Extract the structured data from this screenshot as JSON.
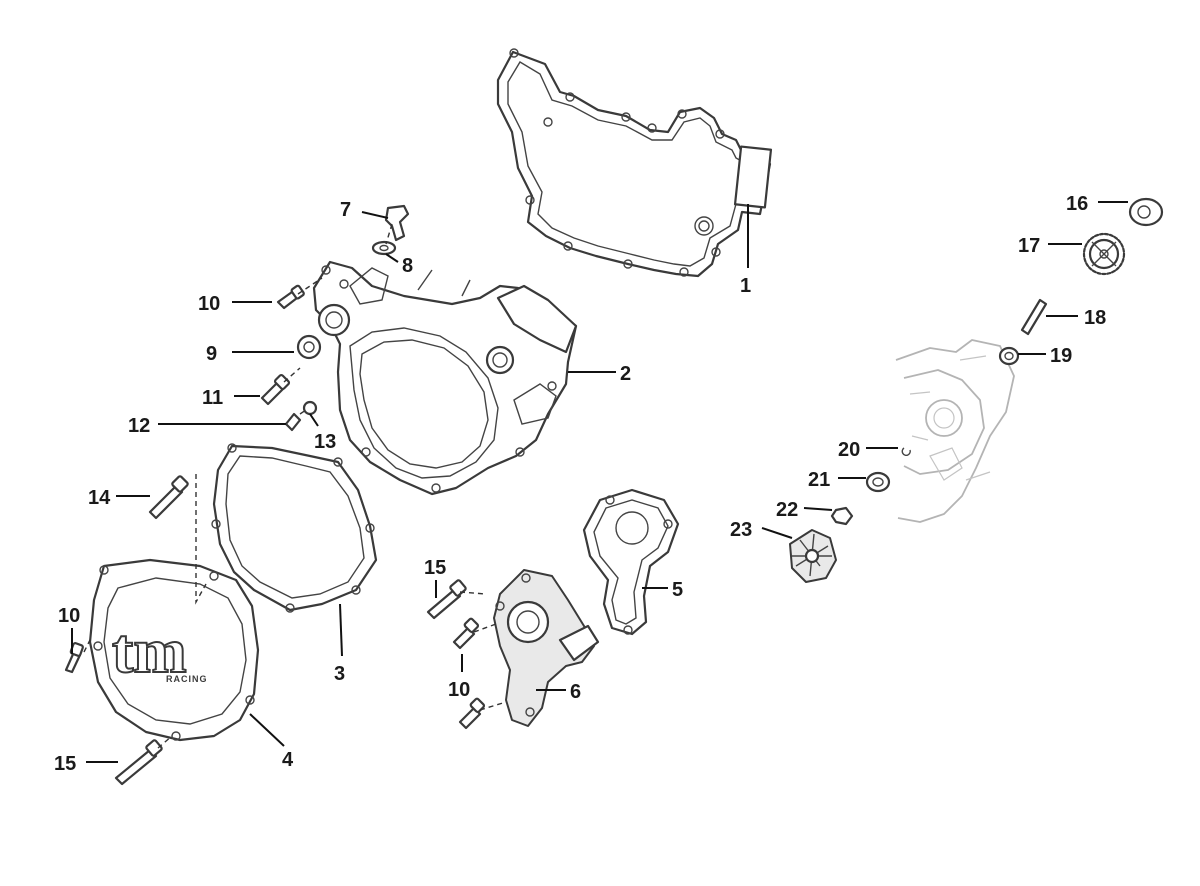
{
  "diagram": {
    "type": "exploded parts diagram",
    "callouts": [
      "1",
      "2",
      "3",
      "4",
      "5",
      "6",
      "7",
      "8",
      "9",
      "10",
      "11",
      "12",
      "13",
      "14",
      "15",
      "16",
      "17",
      "18",
      "19",
      "20",
      "21",
      "22",
      "23"
    ],
    "extra_callouts": {
      "10b": "10",
      "10c": "10",
      "15b": "15"
    },
    "cover_logo": {
      "main": "tm",
      "sub": "RACING"
    }
  }
}
